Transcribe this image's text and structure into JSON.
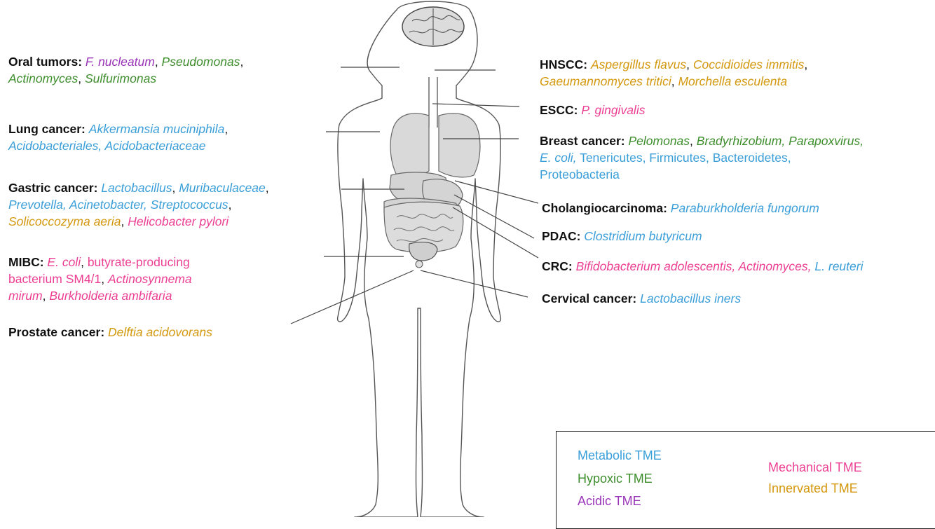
{
  "colors": {
    "metabolic": "#3a9ed8",
    "hypoxic": "#3e8e2e",
    "acidic": "#9a34b8",
    "mechanical": "#ec3f93",
    "innervated": "#d3980e",
    "body_fill": "#d9d9d9",
    "body_stroke": "#555555"
  },
  "annotations": [
    {
      "id": "oral",
      "title": "Oral tumors:",
      "lines": [
        [
          {
            "t": "F. nucleatum",
            "c": "acidic",
            "i": true
          },
          {
            "t": ", ",
            "c": "plain"
          },
          {
            "t": "Pseudomonas",
            "c": "hypoxic",
            "i": true
          },
          {
            "t": ",",
            "c": "plain"
          }
        ],
        [
          {
            "t": "Actinomyces",
            "c": "hypoxic",
            "i": true
          },
          {
            "t": ", ",
            "c": "plain"
          },
          {
            "t": "Sulfurimonas",
            "c": "hypoxic",
            "i": true
          }
        ]
      ]
    },
    {
      "id": "lung",
      "title": "Lung cancer:",
      "lines": [
        [
          {
            "t": "Akkermansia muciniphila",
            "c": "metabolic",
            "i": true
          },
          {
            "t": ",",
            "c": "plain"
          }
        ],
        [
          {
            "t": "Acidobacteriales, Acidobacteriaceae",
            "c": "metabolic",
            "i": true
          }
        ]
      ]
    },
    {
      "id": "gastric",
      "title": "Gastric cancer:",
      "lines": [
        [
          {
            "t": "Lactobacillus",
            "c": "metabolic",
            "i": true
          },
          {
            "t": ", ",
            "c": "plain"
          },
          {
            "t": "Muribaculaceae",
            "c": "metabolic",
            "i": true
          },
          {
            "t": ",",
            "c": "plain"
          }
        ],
        [
          {
            "t": "Prevotella, Acinetobacter, Streptococcus",
            "c": "metabolic",
            "i": true
          },
          {
            "t": ",",
            "c": "plain"
          }
        ],
        [
          {
            "t": "Solicoccozyma aeria",
            "c": "innervated",
            "i": true
          },
          {
            "t": ", ",
            "c": "plain"
          },
          {
            "t": "Helicobacter pylori",
            "c": "mechanical",
            "i": true
          }
        ]
      ]
    },
    {
      "id": "mibc",
      "title": "MIBC:",
      "lines": [
        [
          {
            "t": "E. coli",
            "c": "mechanical",
            "i": true
          },
          {
            "t": ", ",
            "c": "plain"
          },
          {
            "t": "butyrate-producing",
            "c": "mechanical",
            "i": false
          }
        ],
        [
          {
            "t": "bacterium SM4/1",
            "c": "mechanical",
            "i": false
          },
          {
            "t": ", ",
            "c": "plain"
          },
          {
            "t": "Actinosynnema",
            "c": "mechanical",
            "i": true
          }
        ],
        [
          {
            "t": "mirum",
            "c": "mechanical",
            "i": true
          },
          {
            "t": ", ",
            "c": "plain"
          },
          {
            "t": "Burkholderia ambifaria",
            "c": "mechanical",
            "i": true
          }
        ]
      ]
    },
    {
      "id": "prostate",
      "title": "Prostate cancer:",
      "lines": [
        [
          {
            "t": "Delftia acidovorans",
            "c": "innervated",
            "i": true
          }
        ]
      ]
    },
    {
      "id": "hnscc",
      "title": "HNSCC:",
      "lines": [
        [
          {
            "t": "Aspergillus flavus",
            "c": "innervated",
            "i": true
          },
          {
            "t": ", ",
            "c": "plain"
          },
          {
            "t": "Coccidioides immitis",
            "c": "innervated",
            "i": true
          },
          {
            "t": ",",
            "c": "plain"
          }
        ],
        [
          {
            "t": "Gaeumannomyces tritici",
            "c": "innervated",
            "i": true
          },
          {
            "t": ", ",
            "c": "plain"
          },
          {
            "t": "Morchella esculenta",
            "c": "innervated",
            "i": true
          }
        ]
      ]
    },
    {
      "id": "escc",
      "title": "ESCC:",
      "lines": [
        [
          {
            "t": "P. gingivalis",
            "c": "mechanical",
            "i": true
          }
        ]
      ]
    },
    {
      "id": "breast",
      "title": "Breast cancer:",
      "lines": [
        [
          {
            "t": "Pelomonas",
            "c": "hypoxic",
            "i": true
          },
          {
            "t": ", ",
            "c": "plain"
          },
          {
            "t": "Bradyrhizobium, Parapoxvirus,",
            "c": "hypoxic",
            "i": true
          }
        ],
        [
          {
            "t": "E. coli,",
            "c": "metabolic",
            "i": true
          },
          {
            "t": " Tenericutes, Firmicutes, Bacteroidetes,",
            "c": "metabolic",
            "i": false
          }
        ],
        [
          {
            "t": "Proteobacteria",
            "c": "metabolic",
            "i": false
          }
        ]
      ]
    },
    {
      "id": "cholangio",
      "title": "Cholangiocarcinoma:",
      "lines": [
        [
          {
            "t": "Paraburkholderia fungorum",
            "c": "metabolic",
            "i": true
          }
        ]
      ]
    },
    {
      "id": "pdac",
      "title": "PDAC:",
      "lines": [
        [
          {
            "t": "Clostridium butyricum",
            "c": "metabolic",
            "i": true
          }
        ]
      ]
    },
    {
      "id": "crc",
      "title": "CRC:",
      "lines": [
        [
          {
            "t": "Bifidobacterium adolescentis, Actinomyces,",
            "c": "mechanical",
            "i": true
          },
          {
            "t": " ",
            "c": "plain"
          },
          {
            "t": "L. reuteri",
            "c": "metabolic",
            "i": true
          }
        ]
      ]
    },
    {
      "id": "cervical",
      "title": "Cervical cancer:",
      "lines": [
        [
          {
            "t": "Lactobacillus iners",
            "c": "metabolic",
            "i": true
          }
        ]
      ]
    }
  ],
  "legend": {
    "items": [
      {
        "id": "metabolic",
        "label": "Metabolic TME",
        "c": "metabolic"
      },
      {
        "id": "hypoxic",
        "label": "Hypoxic TME",
        "c": "hypoxic"
      },
      {
        "id": "acidic",
        "label": "Acidic TME",
        "c": "acidic"
      },
      {
        "id": "mechanical",
        "label": "Mechanical TME",
        "c": "mechanical"
      },
      {
        "id": "innervated",
        "label": "Innervated TME",
        "c": "innervated"
      }
    ]
  }
}
